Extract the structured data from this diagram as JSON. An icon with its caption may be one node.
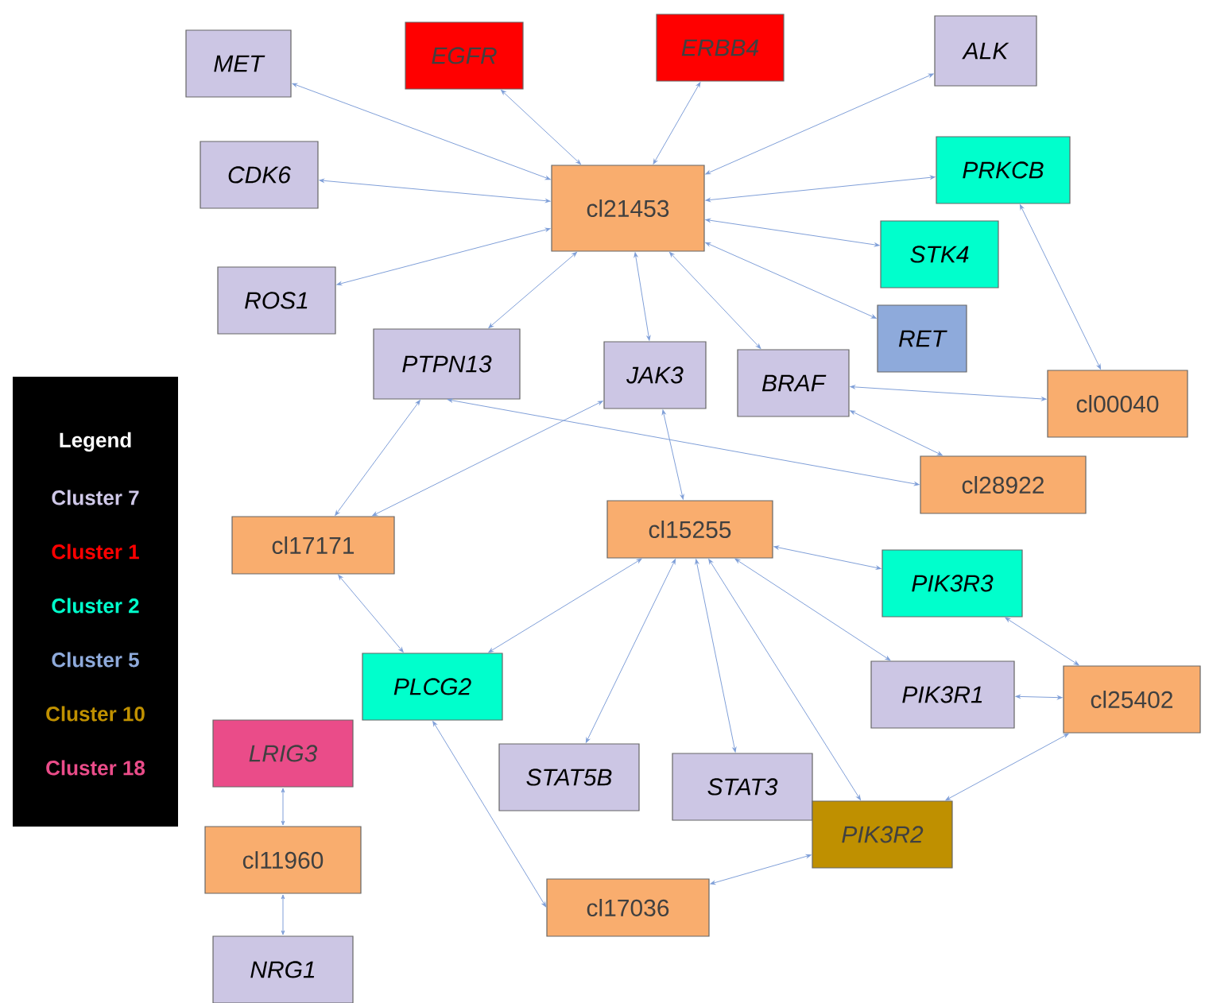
{
  "diagram": {
    "nodes": [
      {
        "text": [
          "MET"
        ]
      },
      {
        "text": [
          "EGFR"
        ]
      },
      {
        "text": [
          "ERBB4"
        ]
      },
      {
        "text": [
          "ALK"
        ]
      },
      {
        "text": [
          "cl21453"
        ]
      },
      {
        "text": [
          "CDK6"
        ]
      },
      {
        "text": [
          "PRKCB"
        ]
      },
      {
        "text": [
          "STK4"
        ]
      },
      {
        "text": [
          "ROS1"
        ]
      },
      {
        "text": [
          "RET"
        ]
      },
      {
        "text": [
          "PTPN13"
        ]
      },
      {
        "text": [
          "JAK3"
        ]
      },
      {
        "text": [
          "BRAF"
        ]
      },
      {
        "text": [
          "cl00040"
        ]
      },
      {
        "text": [
          "cl28922"
        ]
      },
      {
        "text": [
          "cl17171"
        ]
      },
      {
        "text": [
          "cl15255"
        ]
      },
      {
        "text": [
          "PIK3R3"
        ]
      },
      {
        "text": [
          "PLCG2"
        ]
      },
      {
        "text": [
          "PIK3R1"
        ]
      },
      {
        "text": [
          "cl25402"
        ]
      },
      {
        "text": [
          "LRIG3"
        ]
      },
      {
        "text": [
          "STAT5B"
        ]
      },
      {
        "text": [
          "STAT3"
        ]
      },
      {
        "text": [
          "PIK3R2"
        ]
      },
      {
        "text": [
          "cl11960"
        ]
      },
      {
        "text": [
          "cl17036"
        ]
      },
      {
        "text": [
          "NRG1"
        ]
      }
    ],
    "edges": [
      {
        "from": 4,
        "to": 0,
        "arrow": "both"
      },
      {
        "from": 4,
        "to": 1,
        "arrow": "both"
      },
      {
        "from": 4,
        "to": 2,
        "arrow": "both"
      },
      {
        "from": 4,
        "to": 3,
        "arrow": "both"
      },
      {
        "from": 4,
        "to": 5,
        "arrow": "both"
      },
      {
        "from": 4,
        "to": 6,
        "arrow": "both"
      },
      {
        "from": 4,
        "to": 7,
        "arrow": "both"
      },
      {
        "from": 4,
        "to": 8,
        "arrow": "both"
      },
      {
        "from": 4,
        "to": 9,
        "arrow": "both"
      },
      {
        "from": 4,
        "to": 10,
        "arrow": "both"
      },
      {
        "from": 4,
        "to": 11,
        "arrow": "both"
      },
      {
        "from": 4,
        "to": 12,
        "arrow": "both"
      },
      {
        "from": 6,
        "to": 13,
        "arrow": "both"
      },
      {
        "from": 13,
        "to": 12,
        "arrow": "both"
      },
      {
        "from": 14,
        "to": 12,
        "arrow": "both"
      },
      {
        "from": 14,
        "to": 10,
        "arrow": "both"
      },
      {
        "from": 15,
        "to": 10,
        "arrow": "both"
      },
      {
        "from": 15,
        "to": 11,
        "arrow": "both"
      },
      {
        "from": 11,
        "to": 16,
        "arrow": "both"
      },
      {
        "from": 16,
        "to": 18,
        "arrow": "both"
      },
      {
        "from": 15,
        "to": 18,
        "arrow": "both"
      },
      {
        "from": 16,
        "to": 17,
        "arrow": "both"
      },
      {
        "from": 16,
        "to": 19,
        "arrow": "both"
      },
      {
        "from": 16,
        "to": 24,
        "arrow": "both"
      },
      {
        "from": 16,
        "to": 22,
        "arrow": "both"
      },
      {
        "from": 16,
        "to": 23,
        "arrow": "both"
      },
      {
        "from": 20,
        "to": 17,
        "arrow": "both"
      },
      {
        "from": 20,
        "to": 19,
        "arrow": "both"
      },
      {
        "from": 20,
        "to": 24,
        "arrow": "both"
      },
      {
        "from": 18,
        "to": 26,
        "arrow": "both"
      },
      {
        "from": 26,
        "to": 24,
        "arrow": "both"
      },
      {
        "from": 21,
        "to": 25,
        "arrow": "both"
      },
      {
        "from": 25,
        "to": 27,
        "arrow": "both"
      }
    ],
    "labels": [
      "Legend"
    ],
    "legend": [
      {
        "text": "Cluster 7",
        "color": "#cfc8e8"
      },
      {
        "text": "Cluster 1",
        "color": "#ff0000"
      },
      {
        "text": "Cluster 2",
        "color": "#00ffcc"
      },
      {
        "text": "Cluster 5",
        "color": "#8eaadb"
      },
      {
        "text": "Cluster 10",
        "color": "#bf9000"
      },
      {
        "text": "Cluster 18",
        "color": "#ea4c89"
      }
    ]
  }
}
